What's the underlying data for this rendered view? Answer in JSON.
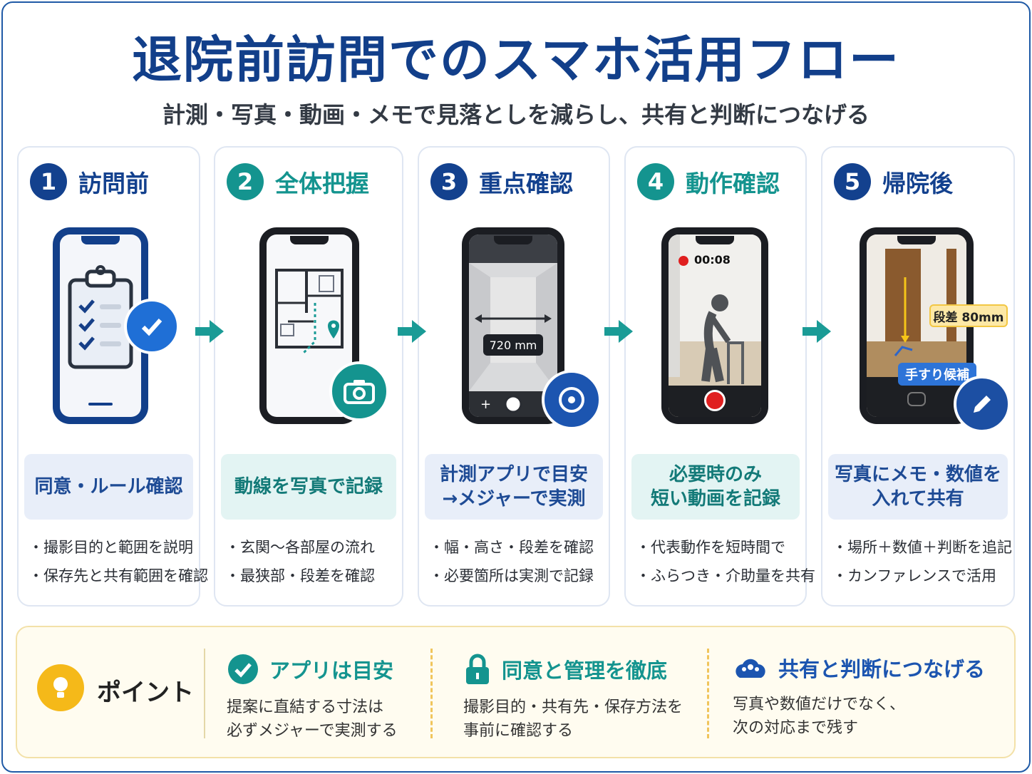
{
  "title": "退院前訪問でのスマホ活用フロー",
  "subtitle": "計測・写真・動画・メモで見落としを減らし、共有と判断につなげる",
  "colors": {
    "navy": "#13418e",
    "teal": "#14948f",
    "accent_yellow": "#f5b919",
    "rec_red": "#e02020"
  },
  "steps": [
    {
      "num": "1",
      "title": "訪問前",
      "icon": "clipboard-checklist-icon",
      "badge": "checkmark-bubble-icon",
      "label": "同意・ルール確認",
      "bullets": [
        "・撮影目的と範囲を説明",
        "・保存先と共有範囲を確認"
      ]
    },
    {
      "num": "2",
      "title": "全体把握",
      "icon": "floor-plan-icon",
      "badge": "camera-icon",
      "label": "動線を写真で記録",
      "bullets": [
        "・玄関〜各部屋の流れ",
        "・最狭部・段差を確認"
      ]
    },
    {
      "num": "3",
      "title": "重点確認",
      "icon": "measurement-app-icon",
      "badge": "tape-measure-icon",
      "label_lines": [
        "計測アプリで目安",
        "→メジャーで実測"
      ],
      "measure_value": "720 mm",
      "bullets": [
        "・幅・高さ・段差を確認",
        "・必要箇所は実測で記録"
      ]
    },
    {
      "num": "4",
      "title": "動作確認",
      "icon": "walker-user-icon",
      "badge": "record-button-icon",
      "label_lines": [
        "必要時のみ",
        "短い動画を記録"
      ],
      "rec_time": "00:08",
      "bullets": [
        "・代表動作を短時間で",
        "・ふらつき・介助量を共有"
      ]
    },
    {
      "num": "5",
      "title": "帰院後",
      "icon": "annotated-photo-icon",
      "badge": "pencil-icon",
      "label_lines": [
        "写真にメモ・数値を",
        "入れて共有"
      ],
      "annotation_step": "段差 80mm",
      "annotation_rail": "手すり候補",
      "bullets": [
        "・場所＋数値＋判断を追記",
        "・カンファレンスで活用"
      ]
    }
  ],
  "points": {
    "title": "ポイント",
    "items": [
      {
        "icon": "check-circle-icon",
        "heading": "アプリは目安",
        "lines": [
          "提案に直結する寸法は",
          "必ずメジャーで実測する"
        ]
      },
      {
        "icon": "lock-icon",
        "heading": "同意と管理を徹底",
        "lines": [
          "撮影目的・共有先・保存方法を",
          "事前に確認する"
        ]
      },
      {
        "icon": "people-cloud-icon",
        "heading": "共有と判断につなげる",
        "lines": [
          "写真や数値だけでなく、",
          "次の対応まで残す"
        ]
      }
    ]
  }
}
